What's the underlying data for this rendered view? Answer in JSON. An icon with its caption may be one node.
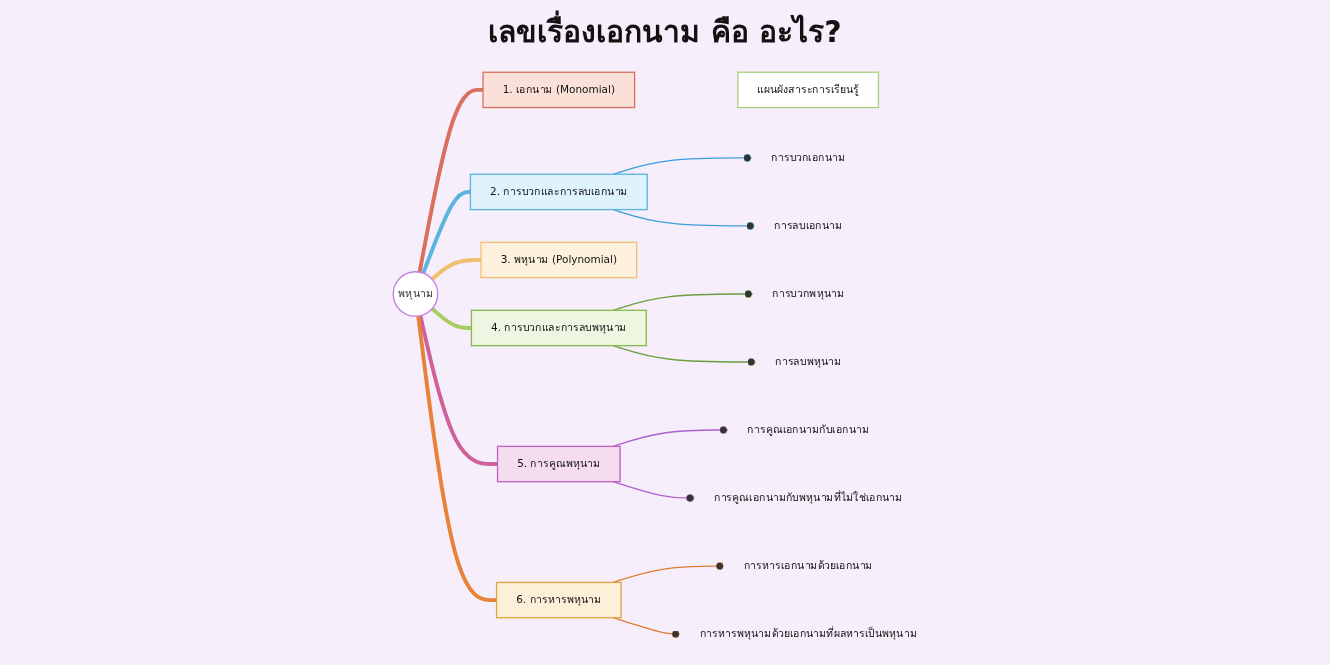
{
  "diagram": {
    "title": "เลขเรื่องเอกนาม คือ อะไร?",
    "nodes": [
      {
        "text": [
          "แผนผังสาระการเรียนรู้"
        ]
      },
      {
        "text": [
          "พหุนาม"
        ]
      },
      {
        "text": [
          "1. เอกนาม (Monomial)"
        ]
      },
      {
        "text": [
          "2. การบวกและการลบเอกนาม"
        ]
      },
      {
        "text": [
          "การบวกเอกนาม"
        ]
      },
      {
        "text": [
          "การลบเอกนาม"
        ]
      },
      {
        "text": [
          "3. พหุนาม (Polynomial)"
        ]
      },
      {
        "text": [
          "4. การบวกและการลบพหุนาม"
        ]
      },
      {
        "text": [
          "การบวกพหุนาม"
        ]
      },
      {
        "text": [
          "การลบพหุนาม"
        ]
      },
      {
        "text": [
          "5. การคูณพหุนาม"
        ]
      },
      {
        "text": [
          "การคูณเอกนามกับเอกนาม"
        ]
      },
      {
        "text": [
          "การคูณเอกนามกับพหุนามที่ไม่ใช่เอกนาม"
        ]
      },
      {
        "text": [
          "6. การหารพหุนาม"
        ]
      },
      {
        "text": [
          "การหารเอกนามด้วยเอกนาม"
        ]
      },
      {
        "text": [
          "การหารพหุนามด้วยเอกนามที่ผลหารเป็นพหุนาม"
        ]
      }
    ],
    "edges": [
      {
        "from": 1,
        "to": 2,
        "arrow": "none",
        "style": "thick",
        "color": "#d9705f"
      },
      {
        "from": 1,
        "to": 3,
        "arrow": "none",
        "style": "thick",
        "color": "#5ab4e0"
      },
      {
        "from": 3,
        "to": 4,
        "arrow": "other",
        "color": "#3a9ed8"
      },
      {
        "from": 3,
        "to": 5,
        "arrow": "other",
        "color": "#3a9ed8"
      },
      {
        "from": 1,
        "to": 6,
        "arrow": "none",
        "style": "thick",
        "color": "#f0c070"
      },
      {
        "from": 1,
        "to": 7,
        "arrow": "none",
        "style": "thick",
        "color": "#a8cc60"
      },
      {
        "from": 7,
        "to": 8,
        "arrow": "other",
        "color": "#6aa040"
      },
      {
        "from": 7,
        "to": 9,
        "arrow": "other",
        "color": "#6aa040"
      },
      {
        "from": 1,
        "to": 10,
        "arrow": "none",
        "style": "thick",
        "color": "#d0609a"
      },
      {
        "from": 10,
        "to": 11,
        "arrow": "other",
        "color": "#b060d0"
      },
      {
        "from": 10,
        "to": 12,
        "arrow": "other",
        "color": "#b060d0"
      },
      {
        "from": 1,
        "to": 13,
        "arrow": "none",
        "style": "thick",
        "color": "#e8823a"
      },
      {
        "from": 13,
        "to": 14,
        "arrow": "other",
        "color": "#e07a30"
      },
      {
        "from": 13,
        "to": 15,
        "arrow": "other",
        "color": "#e07a30"
      }
    ]
  }
}
